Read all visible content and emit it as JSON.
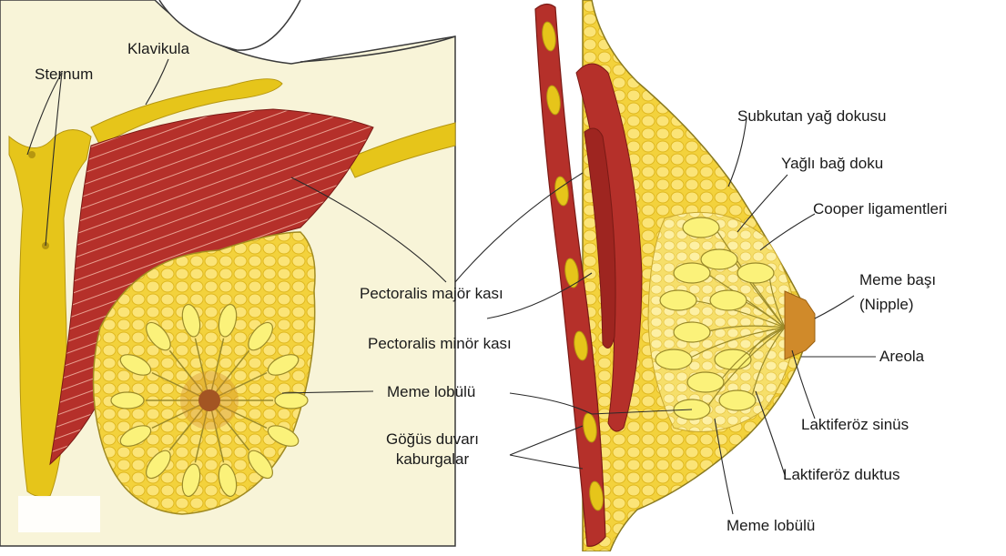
{
  "left_panel": {
    "labels": {
      "sternum": "Sternum",
      "klavikula": "Klavikula"
    }
  },
  "center_labels": {
    "pectoralis_major": "Pectoralis majör kası",
    "pectoralis_minor": "Pectoralis minör kası",
    "meme_lobulu": "Meme lobülü",
    "gogus_duvari_line1": "Göğüs duvarı",
    "gogus_duvari_line2": "kaburgalar"
  },
  "right_panel": {
    "labels": {
      "subkutan": "Subkutan yağ dokusu",
      "yagli_bag": "Yağlı bağ doku",
      "cooper": "Cooper ligamentleri",
      "meme_basi_line1": "Meme başı",
      "meme_basi_line2": "(Nipple)",
      "areola": "Areola",
      "laktiferoz_sinus": "Laktiferöz sinüs",
      "laktiferoz_duktus": "Laktiferöz duktus",
      "meme_lobulu": "Meme lobülü"
    }
  },
  "colors": {
    "skin": "#f7f3d6",
    "bone": "#e6c51a",
    "muscle": "#b5302a",
    "fat": "#f5d84a",
    "lobule": "#fbf27a",
    "nipple": "#d08a2a"
  }
}
